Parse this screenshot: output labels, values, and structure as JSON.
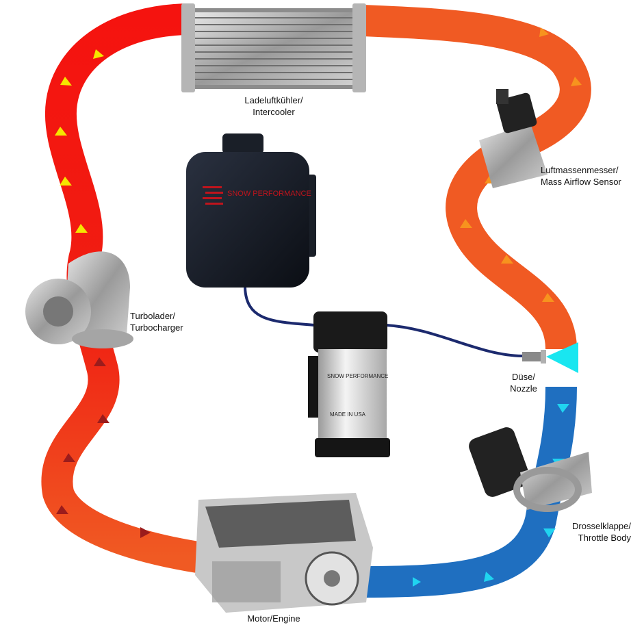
{
  "labels": {
    "intercooler": [
      "Ladeluftkühler/",
      "Intercooler"
    ],
    "maf": [
      "Luftmassenmesser/",
      "Mass Airflow Sensor"
    ],
    "turbo": [
      "Turbolader/",
      "Turbocharger"
    ],
    "nozzle": [
      "Düse/",
      "Nozzle"
    ],
    "throttle": [
      "Drosselklappe/",
      "Throttle Body"
    ],
    "engine": [
      "Motor/Engine"
    ]
  },
  "product_text": {
    "tank_brand": "SNOW PERFORMANCE",
    "pump_brand": "SNOW PERFORMANCE",
    "pump_origin": "MADE IN USA"
  },
  "colors": {
    "hot_air": "#f01e12",
    "warm_air": "#f05a23",
    "cool_air": "#1f6fc0",
    "spray": "#19e6f0",
    "arrow_hot": "#f5e600",
    "arrow_warm": "#f7931e",
    "arrow_cool": "#20d4f0",
    "arrow_engine": "#9b1c1c",
    "water_line": "#1c2a6e"
  }
}
